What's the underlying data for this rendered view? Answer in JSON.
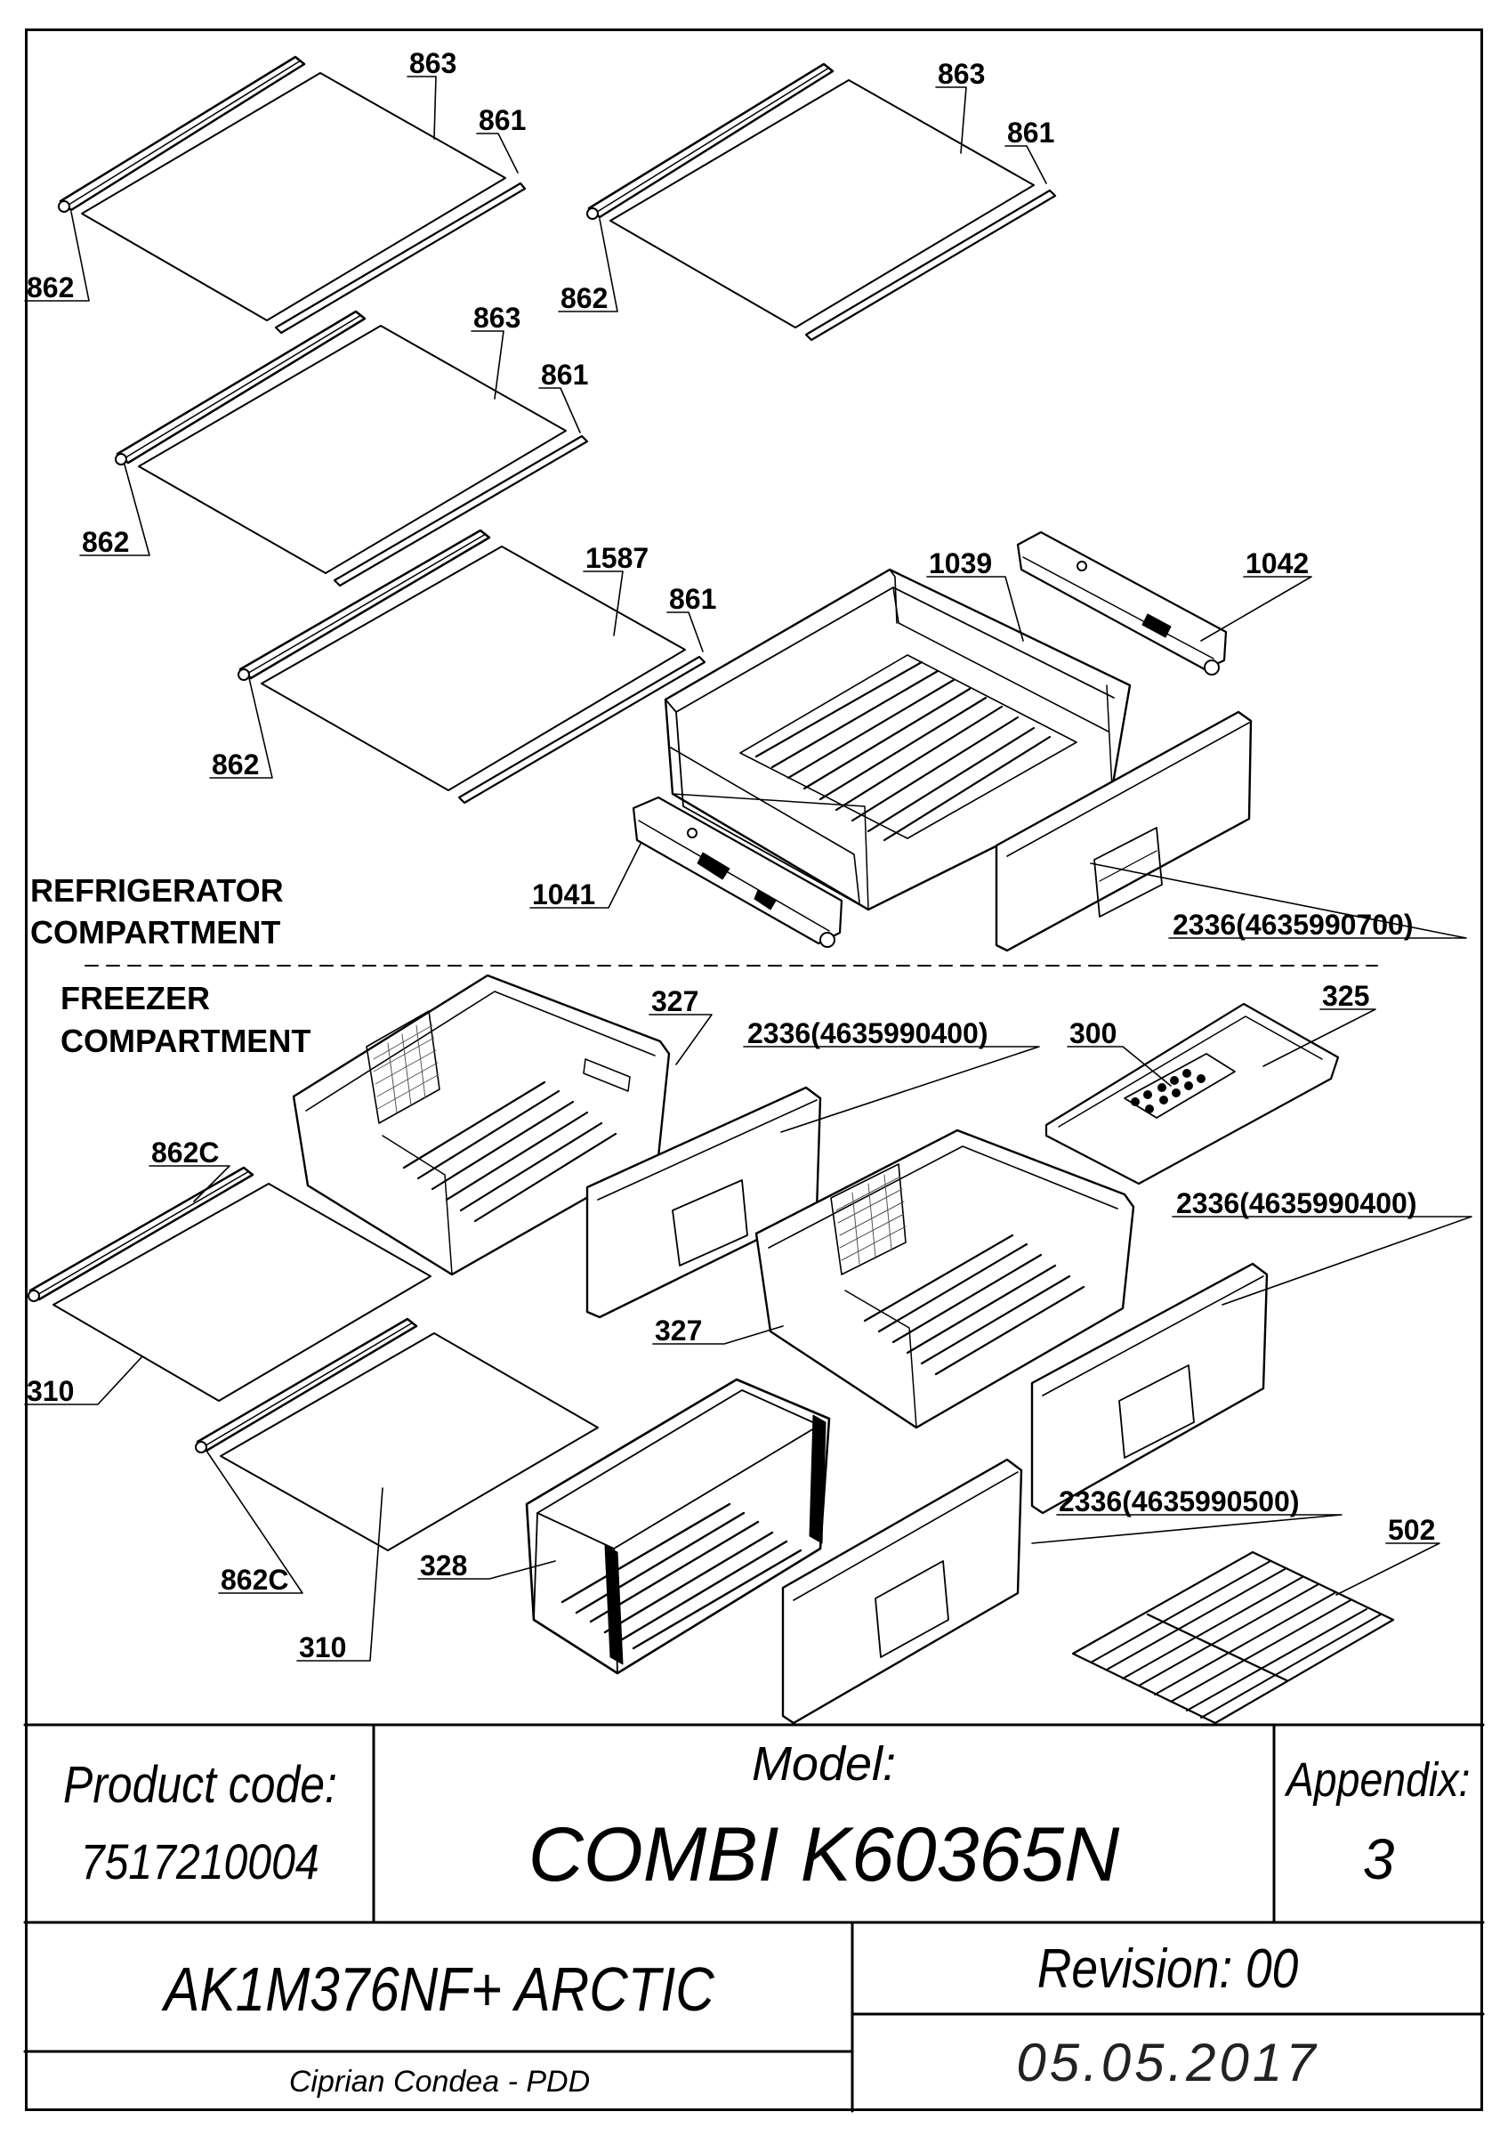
{
  "diagram": {
    "compartments": {
      "refrigerator_line1": "REFRIGERATOR",
      "refrigerator_line2": "COMPARTMENT",
      "freezer_line1": "FREEZER",
      "freezer_line2": "COMPARTMENT"
    },
    "callouts": [
      "863",
      "861",
      "862",
      "863",
      "861",
      "862",
      "863",
      "861",
      "862",
      "1587",
      "861",
      "862",
      "1039",
      "1042",
      "1041",
      "2336(4635990700)",
      "327",
      "2336(4635990400)",
      "300",
      "325",
      "862C",
      "310",
      "2336(4635990400)",
      "327",
      "862C",
      "310",
      "328",
      "2336(4635990500)",
      "502"
    ]
  },
  "title_block": {
    "product_code_label": "Product code:",
    "product_code_value": "7517210004",
    "model_label": "Model:",
    "model_value": "COMBI K60365N",
    "appendix_label": "Appendix:",
    "appendix_value": "3",
    "product_name": "AK1M376NF+ ARCTIC",
    "revision": "Revision: 00",
    "author": "Ciprian Condea - PDD",
    "date": "05.05.2017"
  }
}
